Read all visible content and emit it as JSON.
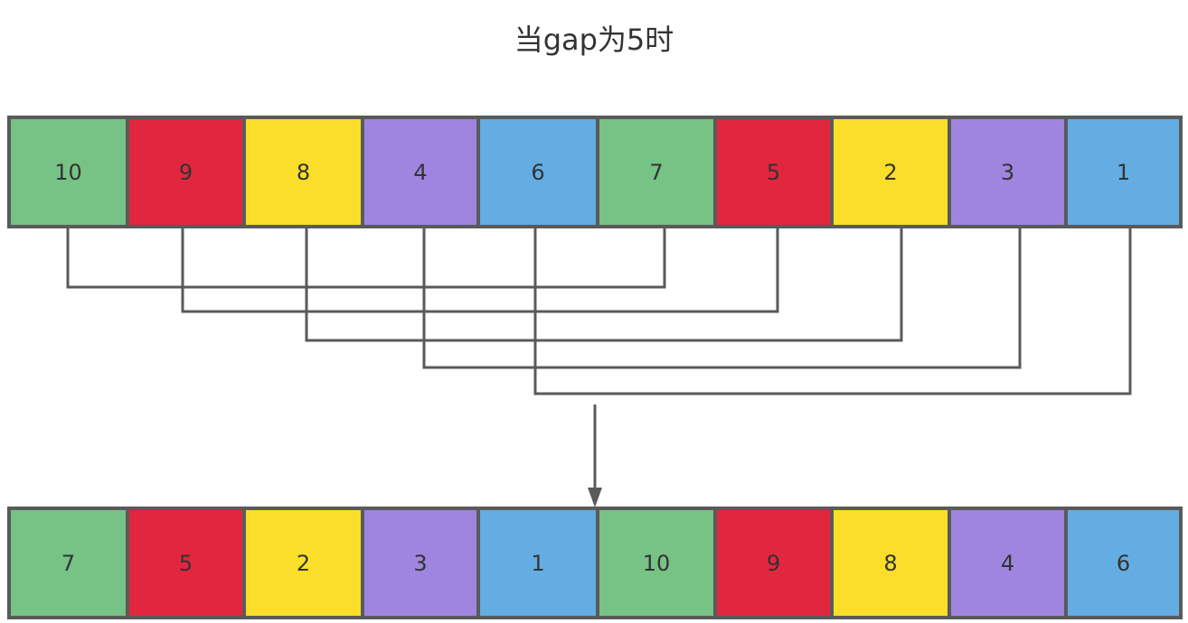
{
  "title": "当gap为5时",
  "colors": {
    "green": "#77C285",
    "red": "#E0273E",
    "yellow": "#FADE2A",
    "purple": "#A085E0",
    "blue": "#63ADE3",
    "stroke": "#5A5A5A"
  },
  "before": {
    "cells": [
      {
        "value": "10",
        "color": "green"
      },
      {
        "value": "9",
        "color": "red"
      },
      {
        "value": "8",
        "color": "yellow"
      },
      {
        "value": "4",
        "color": "purple"
      },
      {
        "value": "6",
        "color": "blue"
      },
      {
        "value": "7",
        "color": "green"
      },
      {
        "value": "5",
        "color": "red"
      },
      {
        "value": "2",
        "color": "yellow"
      },
      {
        "value": "3",
        "color": "purple"
      },
      {
        "value": "1",
        "color": "blue"
      }
    ]
  },
  "after": {
    "cells": [
      {
        "value": "7",
        "color": "green"
      },
      {
        "value": "5",
        "color": "red"
      },
      {
        "value": "2",
        "color": "yellow"
      },
      {
        "value": "3",
        "color": "purple"
      },
      {
        "value": "1",
        "color": "blue"
      },
      {
        "value": "10",
        "color": "green"
      },
      {
        "value": "9",
        "color": "red"
      },
      {
        "value": "8",
        "color": "yellow"
      },
      {
        "value": "4",
        "color": "purple"
      },
      {
        "value": "6",
        "color": "blue"
      }
    ]
  },
  "pairs": [
    {
      "from": 0,
      "to": 5
    },
    {
      "from": 1,
      "to": 6
    },
    {
      "from": 2,
      "to": 7
    },
    {
      "from": 3,
      "to": 8
    },
    {
      "from": 4,
      "to": 9
    }
  ]
}
